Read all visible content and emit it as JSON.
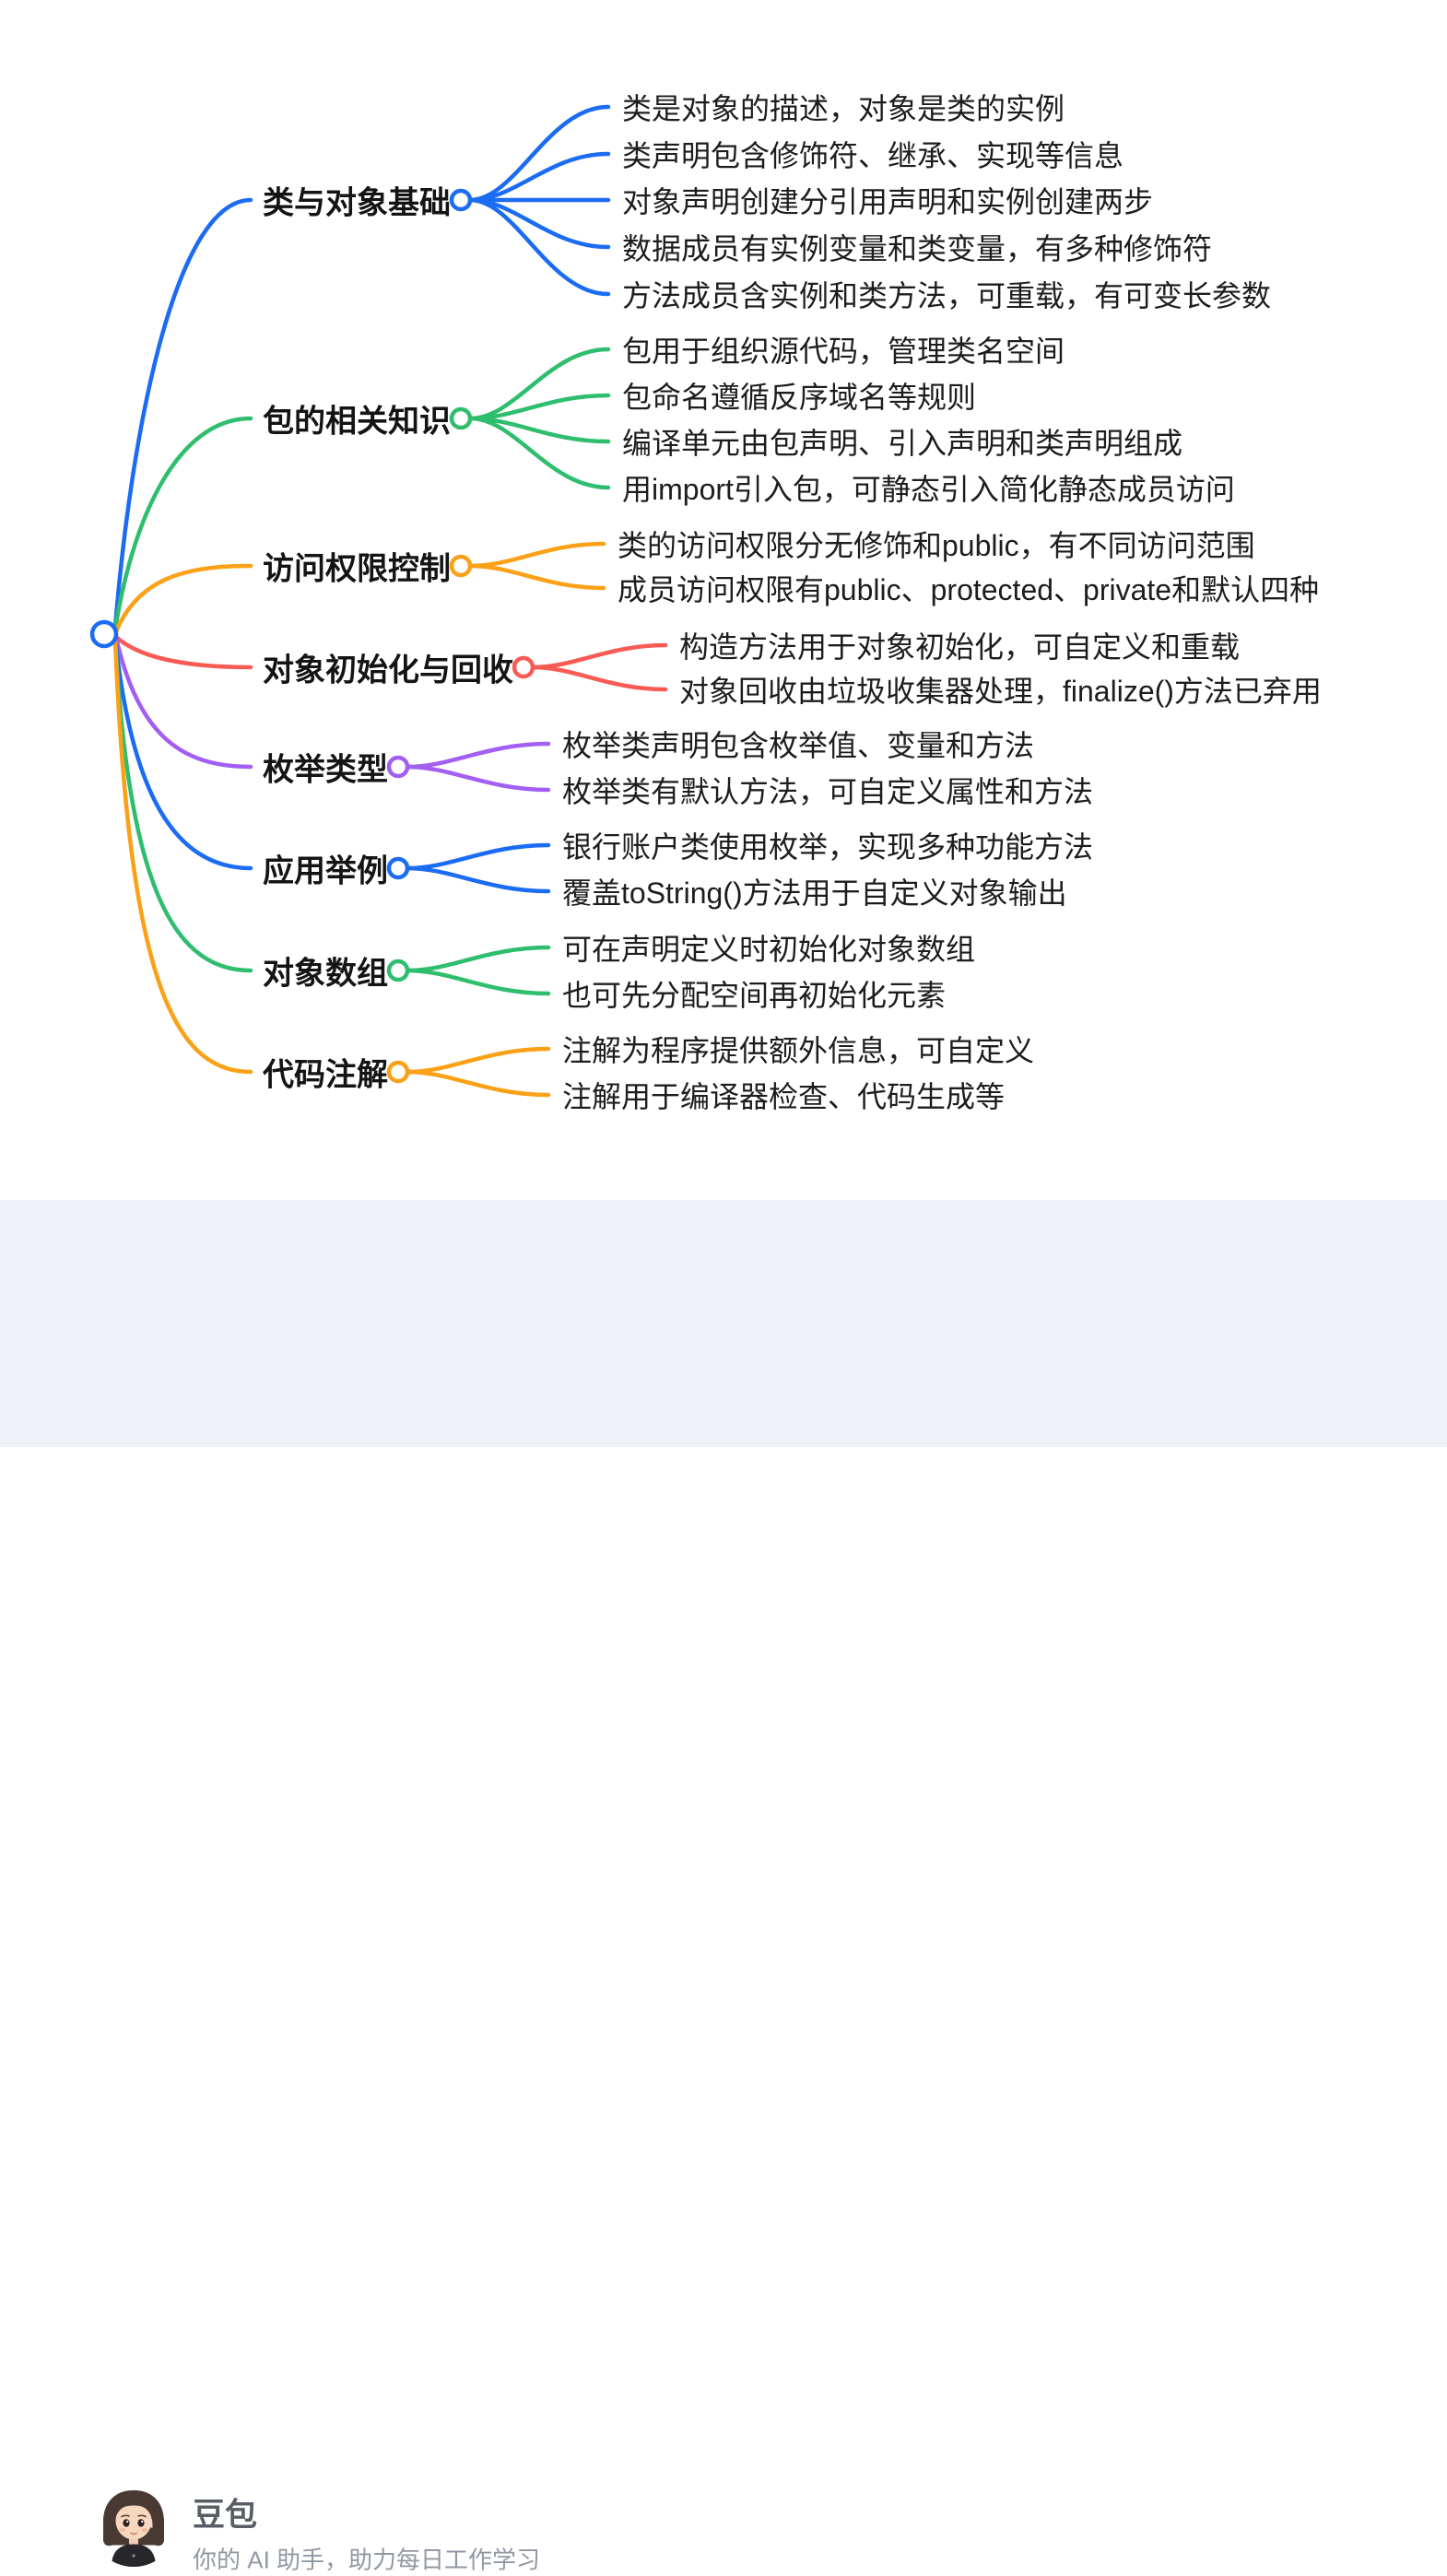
{
  "mindmap": {
    "root": {
      "color": "#1b6cf2"
    },
    "palette": {
      "blue": "#1b6cf2",
      "green": "#2fbe6e",
      "orange": "#faa117",
      "red": "#f85b54",
      "purple": "#a35ef2"
    },
    "branches": [
      {
        "label": "类与对象基础",
        "color": "#1b6cf2",
        "leaves": [
          "类是对象的描述，对象是类的实例",
          "类声明包含修饰符、继承、实现等信息",
          "对象声明创建分引用声明和实例创建两步",
          "数据成员有实例变量和类变量，有多种修饰符",
          "方法成员含实例和类方法，可重载，有可变长参数"
        ]
      },
      {
        "label": "包的相关知识",
        "color": "#2fbe6e",
        "leaves": [
          "包用于组织源代码，管理类名空间",
          "包命名遵循反序域名等规则",
          "编译单元由包声明、引入声明和类声明组成",
          "用import引入包，可静态引入简化静态成员访问"
        ]
      },
      {
        "label": "访问权限控制",
        "color": "#faa117",
        "leaves": [
          "类的访问权限分无修饰和public，有不同访问范围",
          "成员访问权限有public、protected、private和默认四种"
        ]
      },
      {
        "label": "对象初始化与回收",
        "color": "#f85b54",
        "leaves": [
          "构造方法用于对象初始化，可自定义和重载",
          "对象回收由垃圾收集器处理，finalize()方法已弃用"
        ]
      },
      {
        "label": "枚举类型",
        "color": "#a35ef2",
        "leaves": [
          "枚举类声明包含枚举值、变量和方法",
          "枚举类有默认方法，可自定义属性和方法"
        ]
      },
      {
        "label": "应用举例",
        "color": "#1b6cf2",
        "leaves": [
          "银行账户类使用枚举，实现多种功能方法",
          "覆盖toString()方法用于自定义对象输出"
        ]
      },
      {
        "label": "对象数组",
        "color": "#2fbe6e",
        "leaves": [
          "可在声明定义时初始化对象数组",
          "也可先分配空间再初始化元素"
        ]
      },
      {
        "label": "代码注解",
        "color": "#faa117",
        "leaves": [
          "注解为程序提供额外信息，可自定义",
          "注解用于编译器检查、代码生成等"
        ]
      }
    ]
  },
  "footer": {
    "name": "豆包",
    "tagline": "你的 AI 助手，助力每日工作学习"
  }
}
